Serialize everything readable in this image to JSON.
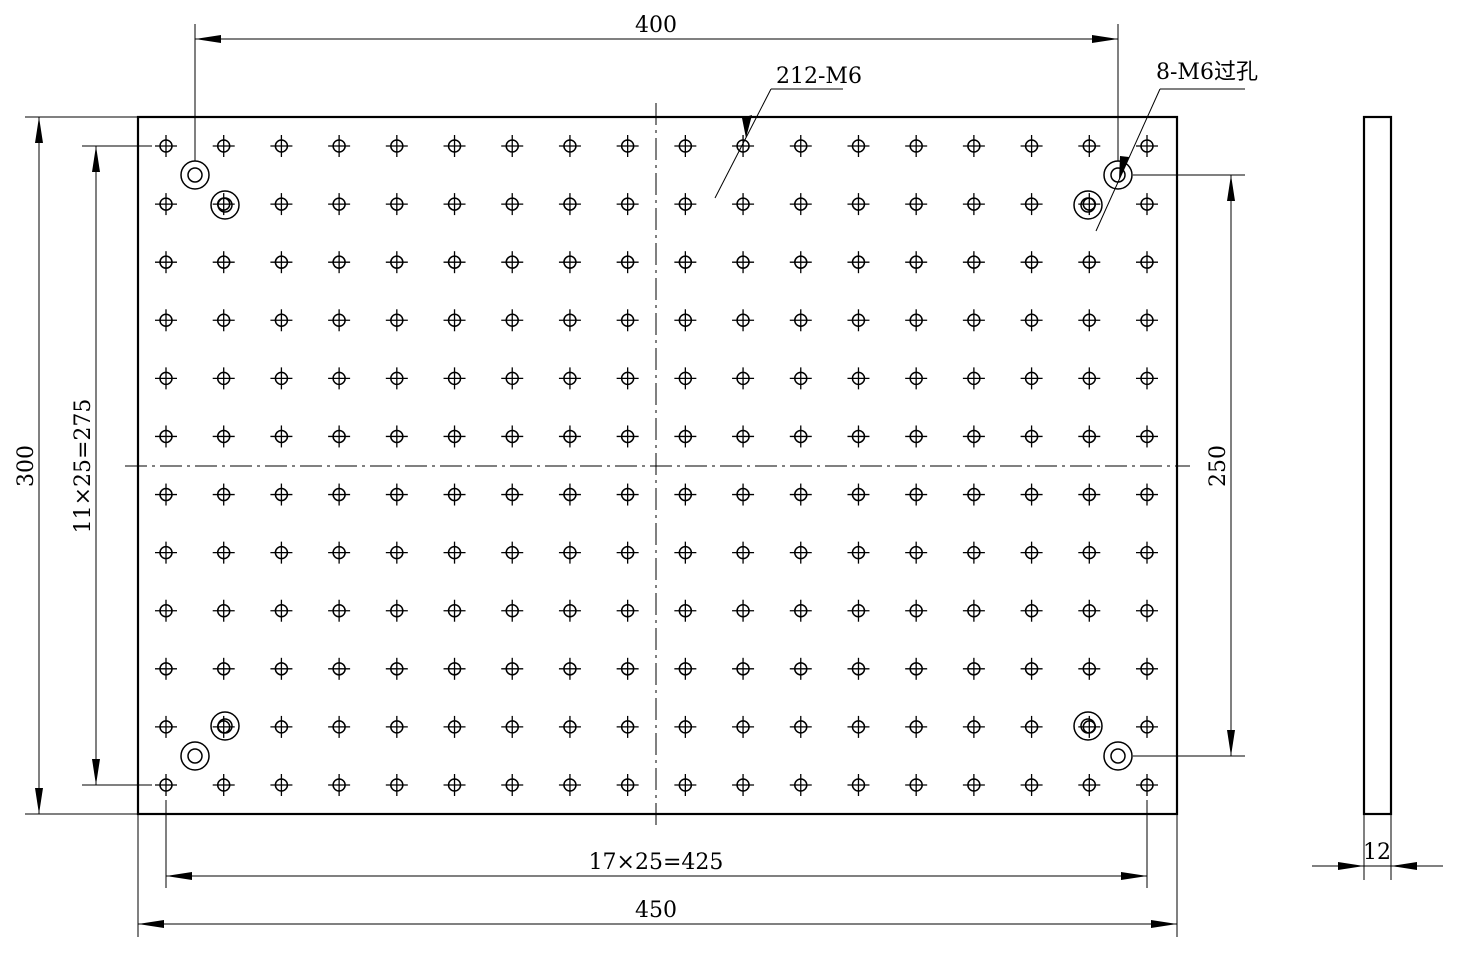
{
  "drawing": {
    "dimensions": {
      "top_overall": "400",
      "left_overall": "300",
      "left_pitch": "11×25=275",
      "right_pitch": "250",
      "bottom_pitch": "17×25=425",
      "bottom_overall": "450",
      "side_thickness": "12"
    },
    "callouts": {
      "tapped_holes": "212-M6",
      "through_holes": "8-M6过孔"
    },
    "hole_grid": {
      "columns": 18,
      "rows": 12
    },
    "line_color": "#000000",
    "background_color": "#ffffff"
  }
}
